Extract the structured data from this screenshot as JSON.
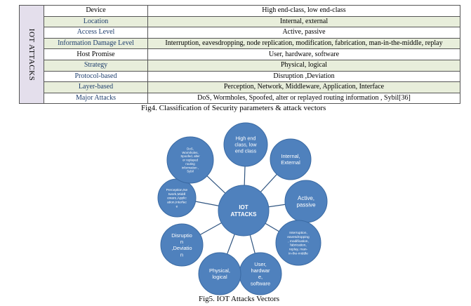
{
  "table": {
    "side_label": "IOT ATTACKS",
    "rows": [
      {
        "param": "Device",
        "value": "High end-class, low end-class",
        "shaded": false,
        "blue": false
      },
      {
        "param": "Location",
        "value": "Internal, external",
        "shaded": true,
        "blue": true
      },
      {
        "param": "Access Level",
        "value": "Active, passive",
        "shaded": false,
        "blue": true
      },
      {
        "param": "Information  Damage Level",
        "value": "Interruption, eavesdropping, node replication, modification, fabrication,  man-in-the-middle, replay",
        "shaded": true,
        "blue": true
      },
      {
        "param": "Host Promise",
        "value": "User, hardware, software",
        "shaded": false,
        "blue": false
      },
      {
        "param": "Strategy",
        "value": "Physical, logical",
        "shaded": true,
        "blue": true
      },
      {
        "param": "Protocol-based",
        "value": "Disruption ,Deviation",
        "shaded": false,
        "blue": true
      },
      {
        "param": "Layer-based",
        "value": "Perception, Network, Middleware, Application, Interface",
        "shaded": true,
        "blue": true
      },
      {
        "param": "Major Attacks",
        "value": "DoS, Wormholes, Spoofed, alter or replayed routing information , Sybil[36]",
        "shaded": false,
        "blue": true
      }
    ]
  },
  "fig4_caption": "Fig4. Classification of Security parameters & attack vectors",
  "diagram": {
    "center_lines": [
      "IOT",
      "ATTACKS"
    ],
    "colors": {
      "node": "#4f81bd",
      "node_border": "#3a6aa3",
      "line": "#2f5480"
    },
    "nodes": [
      {
        "id": "device",
        "lines": [
          "High end",
          "class, low",
          "end class"
        ]
      },
      {
        "id": "location",
        "lines": [
          "Internal,",
          "External"
        ]
      },
      {
        "id": "access",
        "lines": [
          "Active,",
          "passive"
        ]
      },
      {
        "id": "damage",
        "lines": [
          "Interruption,",
          "eavesdropping",
          ", modification,",
          "fabrication,",
          "replay, man-",
          "in-the-middle"
        ]
      },
      {
        "id": "host",
        "lines": [
          "User,",
          "hardwar",
          "e,",
          "software"
        ]
      },
      {
        "id": "strategy",
        "lines": [
          "Physical,",
          "logical"
        ]
      },
      {
        "id": "protocol",
        "lines": [
          "Disruptio",
          "n",
          ",Deviatio",
          "n"
        ]
      },
      {
        "id": "layer",
        "lines": [
          "Perception,Ne",
          "twork,Middl",
          "eware,Applic",
          "ation,Interfac",
          "e"
        ]
      },
      {
        "id": "major",
        "lines": [
          "DoS,",
          "Wormholes,",
          "Spoofed, alter",
          "or replayed",
          "routing",
          "information ,",
          "Sybil"
        ]
      }
    ]
  },
  "fig5_caption": "Fig5. IOT Attacks Vectors"
}
